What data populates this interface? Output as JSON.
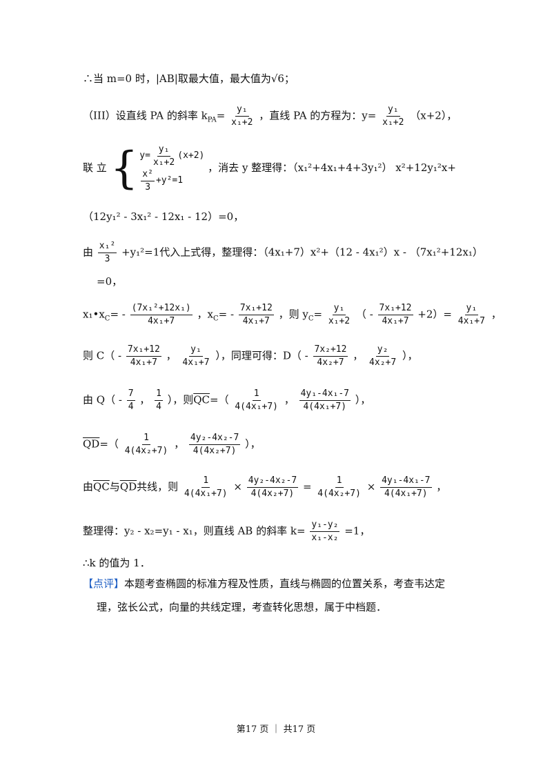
{
  "lines": {
    "l1": "∴当 m=0 时，|AB|取最大值，最大值为√6；",
    "l2_a": "（III）设直线 PA 的斜率 k",
    "l2_sub": "PA",
    "l2_b": "=",
    "l2_frac_num": "y₁",
    "l2_frac_den": "x₁+2",
    "l2_c": "，直线 PA 的方程为：y=",
    "l2_d": "（x+2），",
    "l3_a": "联 立",
    "l3_eq1_a": "y=",
    "l3_eq1_b": "(x+2)",
    "l3_eq2_num": "x²",
    "l3_eq2_den": "3",
    "l3_eq2_b": "+y²=1",
    "l3_b": "，消去 y 整理得：（x₁²+4x₁+4+3y₁²） x²+12y₁²x+",
    "l4": "（12y₁² - 3x₁² - 12x₁ - 12）=0，",
    "l5_a": "由",
    "l5_num": "x₁²",
    "l5_den": "3",
    "l5_b": "+y₁²=1代入上式得，整理得：（4x₁+7）x²+（12 - 4x₁²）x - （7x₁²+12x₁）",
    "l6": "=0，",
    "l7_a": "x₁•x",
    "l7_sub": "C",
    "l7_b": "= -",
    "l7_f1_num": "(7x₁²+12x₁)",
    "l7_f1_den": "4x₁+7",
    "l7_c": "，x",
    "l7_d": "= -",
    "l7_f2_num": "7x₁+12",
    "l7_f2_den": "4x₁+7",
    "l7_e": "，则 y",
    "l7_f": "=",
    "l7_f3_num": "y₁",
    "l7_f3_den": "x₁+2",
    "l7_g": "（ -",
    "l7_h": "+2）=",
    "l7_f4_num": "y₁",
    "l7_f4_den": "4x₁+7",
    "l7_i": "，",
    "l8_a": "则 C（ -",
    "l8_f1_num": "7x₁+12",
    "l8_f1_den": "4x₁+7",
    "l8_b": "，",
    "l8_f2_num": "y₁",
    "l8_f2_den": "4x₁+7",
    "l8_c": "），同理可得：D（ -",
    "l8_f3_num": "7x₂+12",
    "l8_f3_den": "4x₂+7",
    "l8_d": "，",
    "l8_f4_num": "y₂",
    "l8_f4_den": "4x₂+7",
    "l8_e": "），",
    "l9_a": "由 Q（ -",
    "l9_f1_num": "7",
    "l9_f1_den": "4",
    "l9_b": "，",
    "l9_f2_num": "1",
    "l9_f2_den": "4",
    "l9_c": "），则",
    "l9_vec": "QC",
    "l9_d": "=（",
    "l9_f3_num": "1",
    "l9_f3_den": "4(4x₁+7)",
    "l9_e": "，",
    "l9_f4_num": "4y₁-4x₁-7",
    "l9_f4_den": "4(4x₁+7)",
    "l9_f": "），",
    "l10_vec": "QD",
    "l10_a": "=（",
    "l10_f1_num": "1",
    "l10_f1_den": "4(4x₂+7)",
    "l10_b": "，",
    "l10_f2_num": "4y₂-4x₂-7",
    "l10_f2_den": "4(4x₂+7)",
    "l10_c": "），",
    "l11_a": "由",
    "l11_vec1": "QC",
    "l11_b": "与",
    "l11_vec2": "QD",
    "l11_c": "共线，则",
    "l11_f1_num": "1",
    "l11_f1_den": "4(4x₁+7)",
    "l11_times": "×",
    "l11_f2_num": "4y₂-4x₂-7",
    "l11_f2_den": "4(4x₂+7)",
    "l11_eq": "=",
    "l11_f3_num": "1",
    "l11_f3_den": "4(4x₂+7)",
    "l11_f4_num": "4y₁-4x₁-7",
    "l11_f4_den": "4(4x₁+7)",
    "l11_d": "，",
    "l12_a": "整理得：y₂ - x₂=y₁ - x₁，则直线 AB 的斜率 k=",
    "l12_num": "y₁-y₂",
    "l12_den": "x₁-x₂",
    "l12_b": "=1，",
    "l13": "∴k 的值为 1．",
    "comment_tag": "【点评】",
    "comment_1": "本题考查椭圆的标准方程及性质，直线与椭圆的位置关系，考查韦达定",
    "comment_2": "理，弦长公式，向量的共线定理，考查转化思想，属于中档题．"
  },
  "footer": "第17 页 ｜ 共17 页",
  "colors": {
    "tag": "#1f5fc4"
  }
}
